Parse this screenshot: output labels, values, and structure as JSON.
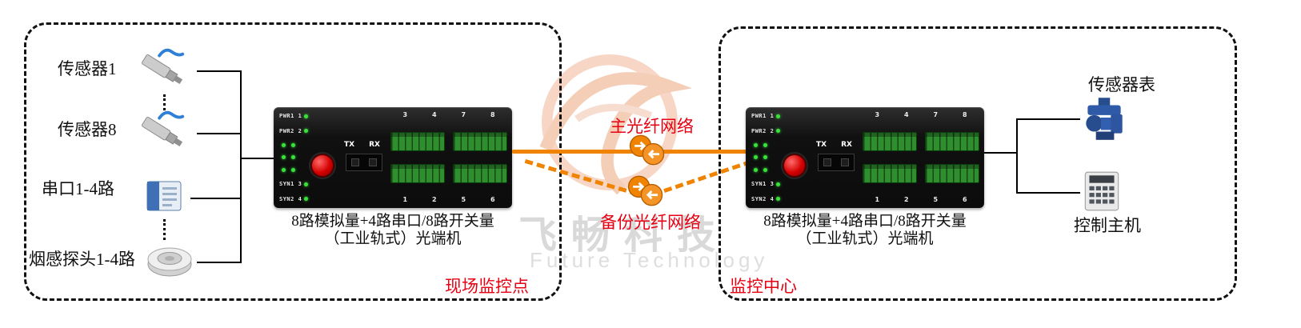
{
  "left_panel": {
    "sources": [
      {
        "label": "传感器1"
      },
      {
        "label": "传感器8"
      },
      {
        "label": "串口1-4路"
      },
      {
        "label": "烟感探头1-4路"
      }
    ],
    "converter": {
      "line1": "8路模拟量+4路串口/8路开关量",
      "line2": "（工业轨式）光端机"
    },
    "site_label": "现场监控点"
  },
  "center": {
    "main_fiber_label": "主光纤网络",
    "backup_fiber_label": "备份光纤网络",
    "watermark_cn": "飞畅科技",
    "watermark_en": "Future Technology"
  },
  "right_panel": {
    "converter": {
      "line1": "8路模拟量+4路串口/8路开关量",
      "line2": "（工业轨式）光端机"
    },
    "site_label": "监控中心",
    "devices": [
      {
        "label": "传感器表"
      },
      {
        "label": "控制主机"
      }
    ]
  },
  "device_panel": {
    "led_rows_top": [
      "PWR1 1",
      "PWR2 2"
    ],
    "led_rows_bottom": [
      "SYN1 3",
      "SYN2 4"
    ],
    "tx": "TX",
    "rx": "RX",
    "top_terminal_numbers": [
      "3",
      "4",
      "7",
      "8"
    ],
    "bottom_terminal_numbers": [
      "1",
      "2",
      "5",
      "6"
    ]
  },
  "colors": {
    "fiber_orange": "#f08300",
    "label_red": "#e60012",
    "device_black": "#101010",
    "terminal_green": "#2f8f2f"
  }
}
